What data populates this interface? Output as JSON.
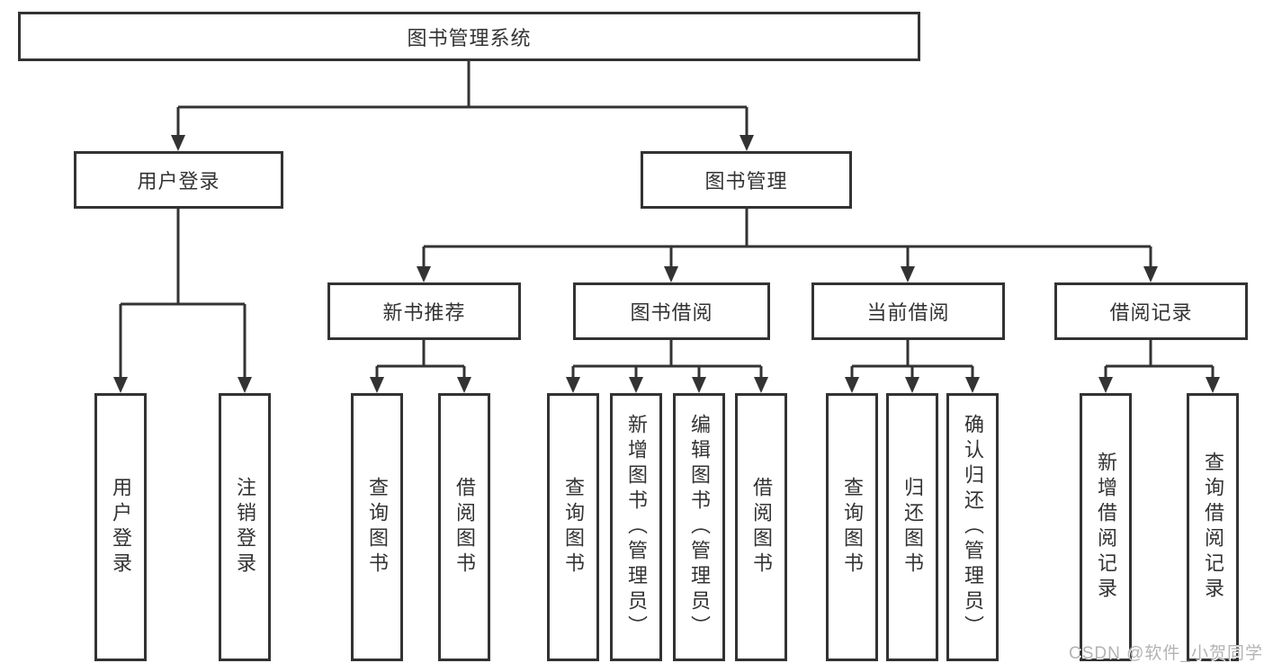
{
  "colors": {
    "line": "#333333",
    "box_border": "#333333",
    "box_fill": "#ffffff",
    "text": "#333333",
    "watermark_text": "#b3b3b3",
    "background": "#ffffff"
  },
  "tree": {
    "label": "图书管理系统",
    "children": [
      {
        "label": "用户登录",
        "children": [
          {
            "label": "用户登录"
          },
          {
            "label": "注销登录"
          }
        ]
      },
      {
        "label": "图书管理",
        "children": [
          {
            "label": "新书推荐",
            "children": [
              {
                "label": "查询图书"
              },
              {
                "label": "借阅图书"
              }
            ]
          },
          {
            "label": "图书借阅",
            "children": [
              {
                "label": "查询图书"
              },
              {
                "label": "新增图书（管理员）"
              },
              {
                "label": "编辑图书（管理员）"
              },
              {
                "label": "借阅图书"
              }
            ]
          },
          {
            "label": "当前借阅",
            "children": [
              {
                "label": "查询图书"
              },
              {
                "label": "归还图书"
              },
              {
                "label": "确认归还（管理员）"
              }
            ]
          },
          {
            "label": "借阅记录",
            "children": [
              {
                "label": "新增借阅记录"
              },
              {
                "label": "查询借阅记录"
              }
            ]
          }
        ]
      }
    ]
  },
  "watermark": "CSDN @软件_小贺同学"
}
